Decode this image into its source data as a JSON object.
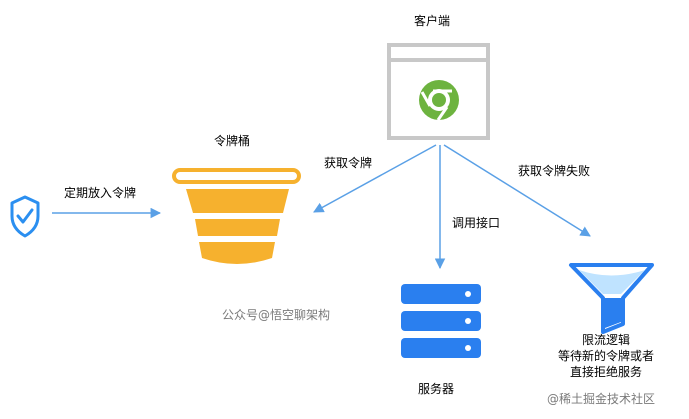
{
  "labels": {
    "client": "客户端",
    "bucket": "令牌桶",
    "put_token": "定期放入令牌",
    "get_token": "获取令牌",
    "call_api": "调用接口",
    "fail_token": "获取令牌失败",
    "server": "服务器",
    "watermark_center": "公众号@悟空聊架构",
    "watermark_corner": "@稀土掘金技术社区"
  },
  "filter_text": [
    "限流逻辑",
    "等待新的令牌或者",
    "直接拒绝服务"
  ],
  "icons": {
    "shield": "shield-check-icon",
    "bucket": "bucket-icon",
    "client": "browser-chrome-icon",
    "server": "server-stack-icon",
    "filter": "funnel-icon"
  },
  "colors": {
    "arrow": "#5aa0e6",
    "bucket": "#f6b12e",
    "browser_frame": "#c8c8c8",
    "chrome_green": "#6db33f",
    "server": "#2a7fef",
    "shield": "#2b8ff0",
    "funnel": "#2a7fef",
    "funnel_light": "#bfe3ff"
  }
}
